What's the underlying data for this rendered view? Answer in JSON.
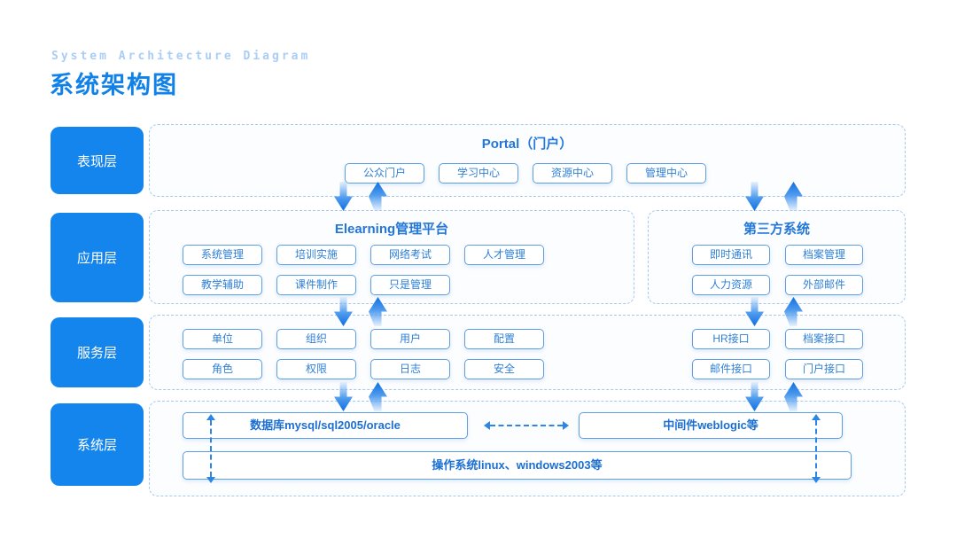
{
  "header": {
    "subtitle": "System Architecture Diagram",
    "title": "系统架构图"
  },
  "layers": {
    "presentation_label": "表现层",
    "application_label": "应用层",
    "service_label": "服务层",
    "system_label": "系统层"
  },
  "portal": {
    "title": "Portal（门户）",
    "items": [
      "公众门户",
      "学习中心",
      "资源中心",
      "管理中心"
    ]
  },
  "elearning": {
    "title": "Elearning管理平台",
    "row1": [
      "系统管理",
      "培训实施",
      "网络考试",
      "人才管理"
    ],
    "row2": [
      "教学辅助",
      "课件制作",
      "只是管理"
    ]
  },
  "third_party": {
    "title": "第三方系统",
    "row1": [
      "即时通讯",
      "档案管理"
    ],
    "row2": [
      "人力资源",
      "外部邮件"
    ]
  },
  "service": {
    "left_row1": [
      "单位",
      "组织",
      "用户",
      "配置"
    ],
    "left_row2": [
      "角色",
      "权限",
      "日志",
      "安全"
    ],
    "right_row1": [
      "HR接口",
      "档案接口"
    ],
    "right_row2": [
      "邮件接口",
      "门户接口"
    ]
  },
  "system": {
    "database": "数据库mysql/sql2005/oracle",
    "middleware": "中间件weblogic等",
    "os": "操作系统linux、windows2003等"
  },
  "colors": {
    "accent_blue": "#1585ee",
    "title_blue": "#1181ea",
    "subtitle_blue": "#aacdf5",
    "button_border": "#5e9fe0",
    "button_text": "#2e7fd6",
    "dashed_border": "#a6c8ef",
    "arrow_blue": "#2e86e4"
  }
}
